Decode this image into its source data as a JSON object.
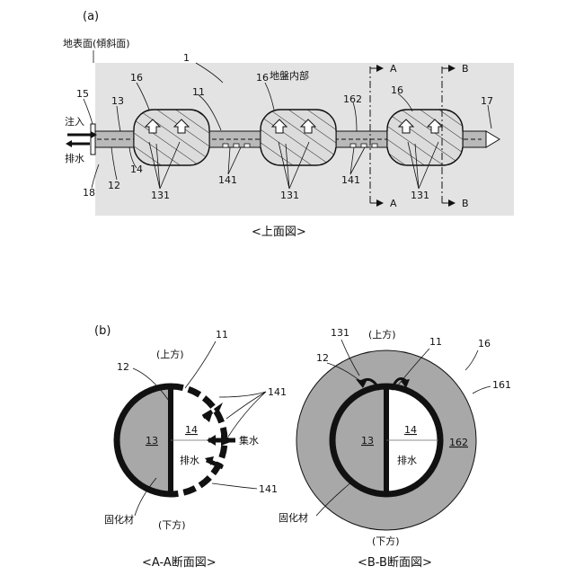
{
  "panel_a": {
    "tag": "(a)",
    "ground_surface_label": "地表面(傾斜面)",
    "ground_interior_label": "地盤内部",
    "inject_label": "注入",
    "drain_label": "排水",
    "section_a_letter": "A",
    "section_b_letter": "B",
    "refs": {
      "r1": "1",
      "r11": "11",
      "r12": "12",
      "r13": "13",
      "r14": "14",
      "r15": "15",
      "r16": "16",
      "r17": "17",
      "r18": "18",
      "r131": "131",
      "r141": "141",
      "r162": "162"
    },
    "caption": "<上面図>"
  },
  "panel_aa": {
    "tag": "(b)",
    "upper_label": "(上方)",
    "lower_label": "(下方)",
    "region13": "13",
    "region14": "14",
    "collect_label": "集水",
    "drain_label": "排水",
    "solidifier_label": "固化材",
    "refs": {
      "r11": "11",
      "r12": "12",
      "r141": "141"
    },
    "caption": "<A-A断面図>"
  },
  "panel_bb": {
    "upper_label": "(上方)",
    "lower_label": "(下方)",
    "region13": "13",
    "region14": "14",
    "region162": "162",
    "drain_label": "排水",
    "solidifier_label": "固化材",
    "refs": {
      "r11": "11",
      "r12": "12",
      "r16": "16",
      "r131": "131",
      "r161": "161"
    },
    "caption": "<B-B断面図>"
  },
  "colors": {
    "ground": "#e3e3e3",
    "fill_gray": "#a8a8a8",
    "line": "#111111"
  }
}
